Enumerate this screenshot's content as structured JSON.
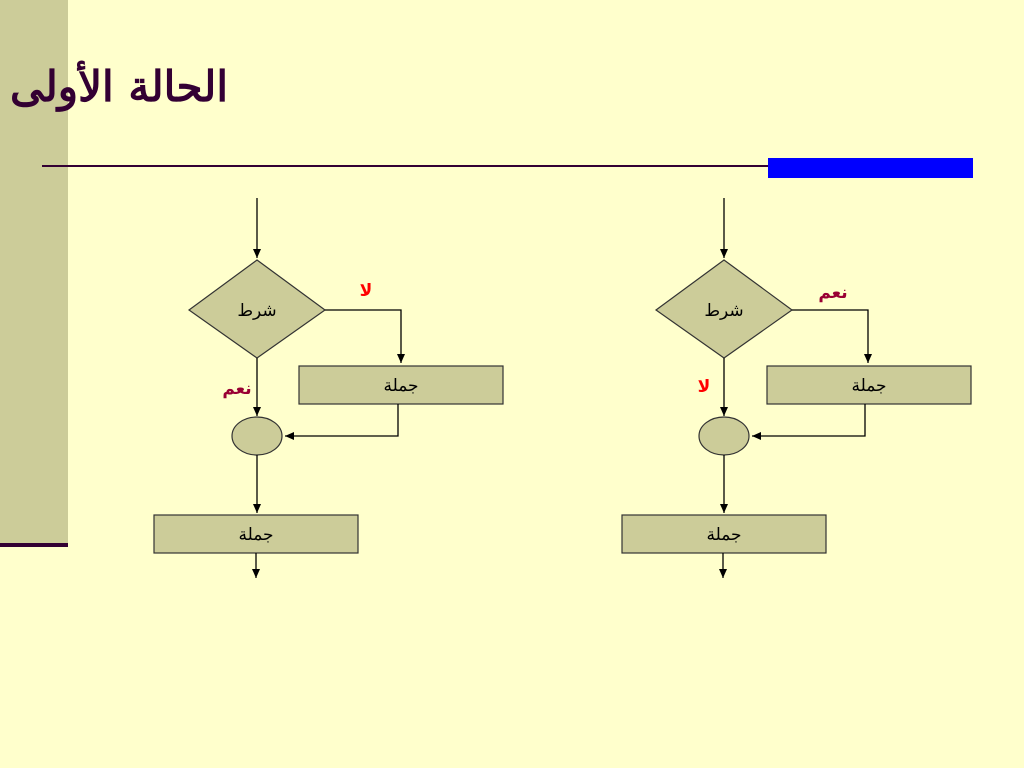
{
  "title": "الحالة الأولى",
  "colors": {
    "background": "#FFFFCC",
    "sidebar": "#CCCC99",
    "title": "#330033",
    "accent_bar": "#0000FF",
    "shape_fill": "#CCCC99",
    "no_label": "#FF0000",
    "yes_label": "#990033"
  },
  "flowcharts": [
    {
      "condition": "شرط",
      "branch_label": "لا",
      "down_label": "نعم",
      "branch_statement": "جملة",
      "final_statement": "جملة"
    },
    {
      "condition": "شرط",
      "branch_label": "نعم",
      "down_label": "لا",
      "branch_statement": "جملة",
      "final_statement": "جملة"
    }
  ]
}
